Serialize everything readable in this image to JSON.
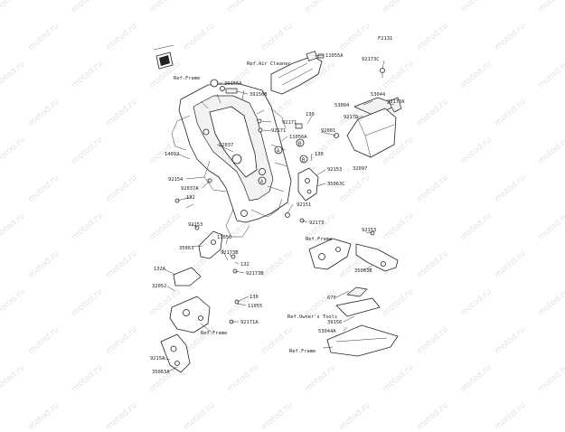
{
  "diagram_code": "F2131",
  "watermark_text": "motod.ru",
  "references": {
    "frame_top": "Ref.Frame",
    "air_cleaner": "Ref.Air Cleaner",
    "frame_right": "Ref.Frame",
    "owners_tools": "Ref.Owner's Tools",
    "frame_bottom_right": "Ref.Frame",
    "frame_bottom_left": "Ref.Frame"
  },
  "callouts": [
    "A",
    "A",
    "B",
    "B"
  ],
  "parts": {
    "p11055A": "11055A",
    "p92173C": "92173C",
    "p39156A": "39156A",
    "p39156B": "39156B",
    "p53044": "53044",
    "p92173A": "92173A",
    "p53004": "53004",
    "p92170": "92170",
    "p130_a": "130",
    "p92171_a": "92171",
    "p92171_b": "92171",
    "p92001": "92001",
    "p11056A": "11056A",
    "p92037": "92037",
    "p130_b": "130",
    "p14092": "14092",
    "p92153_a": "92153",
    "p35063C": "35063C",
    "p32097": "32097",
    "p92154": "92154",
    "p92037A": "92037A",
    "p132_a": "132",
    "p92151": "92151",
    "p92153_b": "92153",
    "p92173": "92173",
    "p92153_c": "92153",
    "p11056": "11056",
    "p35063": "35063",
    "p92173B_a": "92173B",
    "p132_b": "132",
    "p92173B_b": "92173B",
    "p132A": "132A",
    "p35063B": "35063B",
    "p32052": "32052",
    "p130_c": "130",
    "p670": "670",
    "p11055": "11055",
    "p92171A": "92171A",
    "p39156": "39156",
    "p53044A": "53044A",
    "p92153_d": "92153",
    "p35063A": "35063A"
  }
}
